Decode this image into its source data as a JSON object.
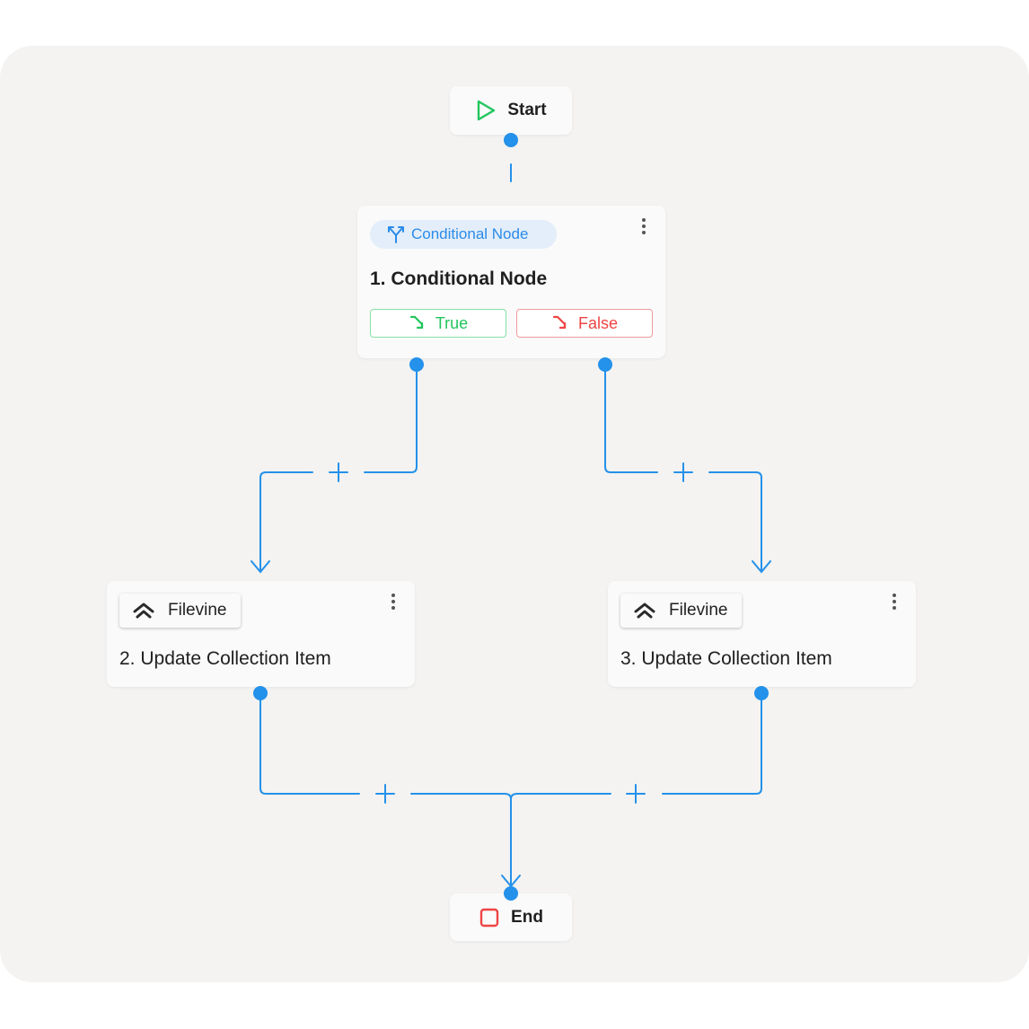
{
  "start": {
    "label": "Start"
  },
  "end": {
    "label": "End"
  },
  "conditional": {
    "badge": "Conditional Node",
    "title": "1. Conditional Node",
    "true_label": "True",
    "false_label": "False"
  },
  "actions": [
    {
      "badge": "Filevine",
      "title": "2. Update Collection Item"
    },
    {
      "badge": "Filevine",
      "title": "3. Update Collection Item"
    }
  ],
  "colors": {
    "wire": "#2491ea",
    "true": "#22c55e",
    "false": "#ef4444",
    "badge_text": "#2b8be8"
  }
}
